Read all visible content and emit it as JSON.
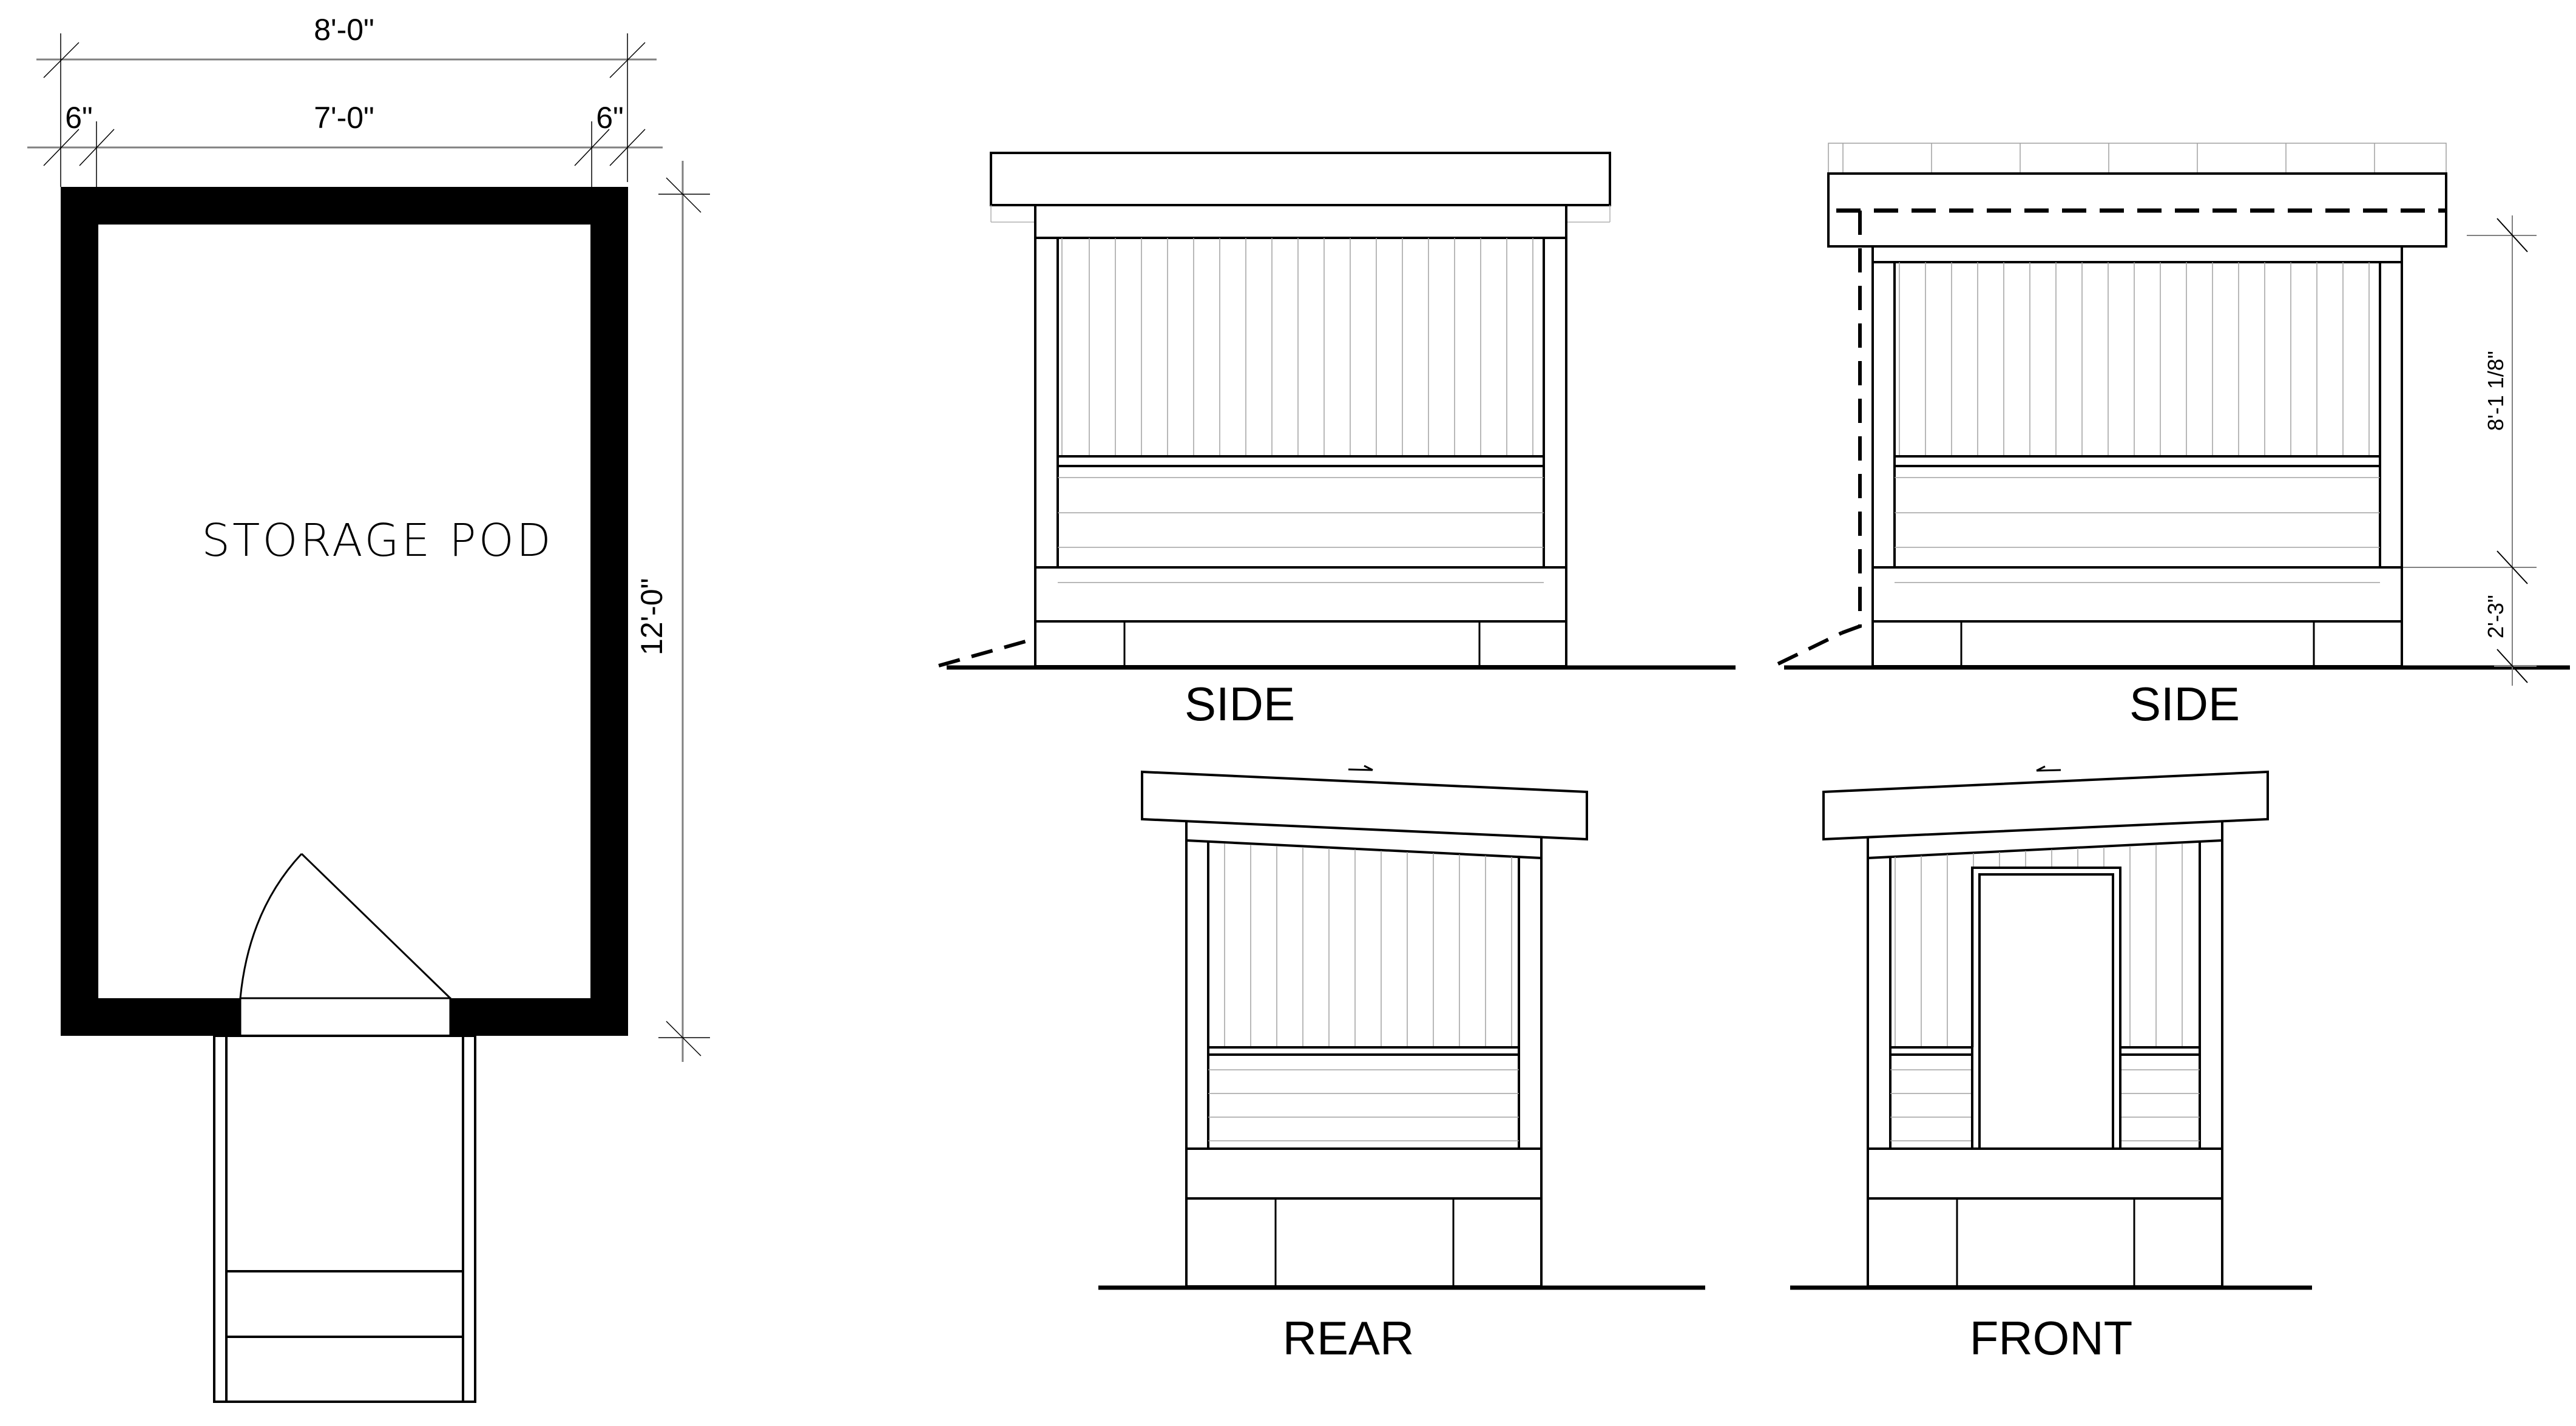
{
  "drawing": {
    "plan": {
      "room_label": "STORAGE POD",
      "dims": {
        "overall_width": "8'-0\"",
        "inner_width": "7'-0\"",
        "left_wall": "6\"",
        "right_wall": "6\"",
        "length": "12'-0\""
      }
    },
    "elevations": [
      {
        "id": "side-left",
        "title": "SIDE"
      },
      {
        "id": "side-right",
        "title": "SIDE",
        "dims": {
          "wall_height": "8'-1 1/8\"",
          "base_height": "2'-3\""
        }
      },
      {
        "id": "rear",
        "title": "REAR"
      },
      {
        "id": "front",
        "title": "FRONT"
      }
    ],
    "colors": {
      "line": "#000000",
      "dim_line": "#808080",
      "siding": "#a0a0a0",
      "background": "#ffffff"
    }
  }
}
